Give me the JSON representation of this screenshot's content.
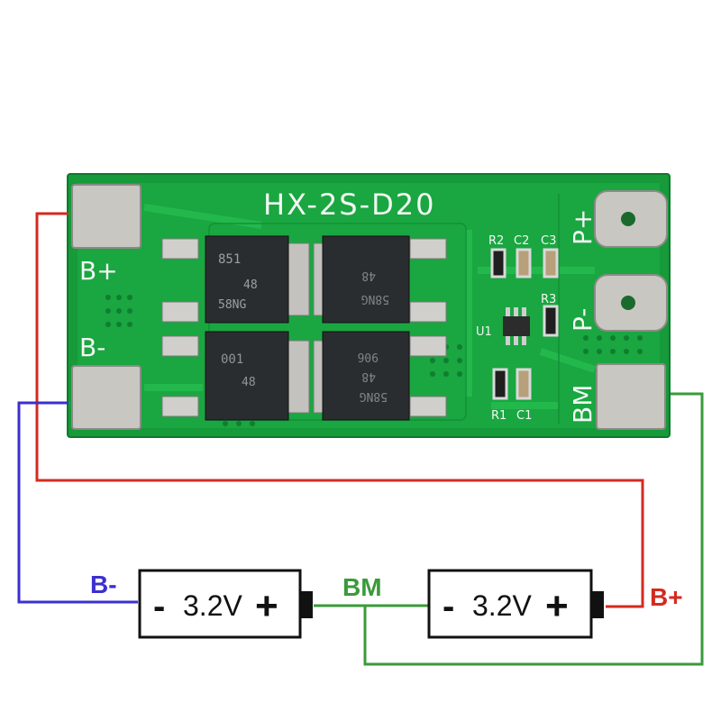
{
  "board": {
    "title": "HX-2S-D20",
    "pad_labels": {
      "b_plus": "B+",
      "b_minus": "B-",
      "bm": "BM",
      "p_plus": "P+",
      "p_minus": "P-"
    },
    "components": {
      "r2": "R2",
      "c2": "C2",
      "c3": "C3",
      "r3": "R3",
      "u1": "U1",
      "r1": "R1",
      "c1": "C1"
    },
    "mosfet_marks": {
      "m1_line1": "851",
      "m1_line2": "48",
      "m1_line3": "58NG",
      "m2_line1": "58NG",
      "m2_line2": "48",
      "m3_line1": "001",
      "m3_line2": "48",
      "m4_line1": "58NG",
      "m4_line2": "48",
      "m4_line3": "906"
    }
  },
  "wiring": {
    "label_b_minus": "B-",
    "label_bm": "BM",
    "label_b_plus": "B+",
    "colors": {
      "red": "#d42a1f",
      "blue": "#3b2fd0",
      "green": "#3a9a3a"
    }
  },
  "batteries": [
    {
      "minus": "-",
      "voltage": "3.2V",
      "plus": "+"
    },
    {
      "minus": "-",
      "voltage": "3.2V",
      "plus": "+"
    }
  ]
}
